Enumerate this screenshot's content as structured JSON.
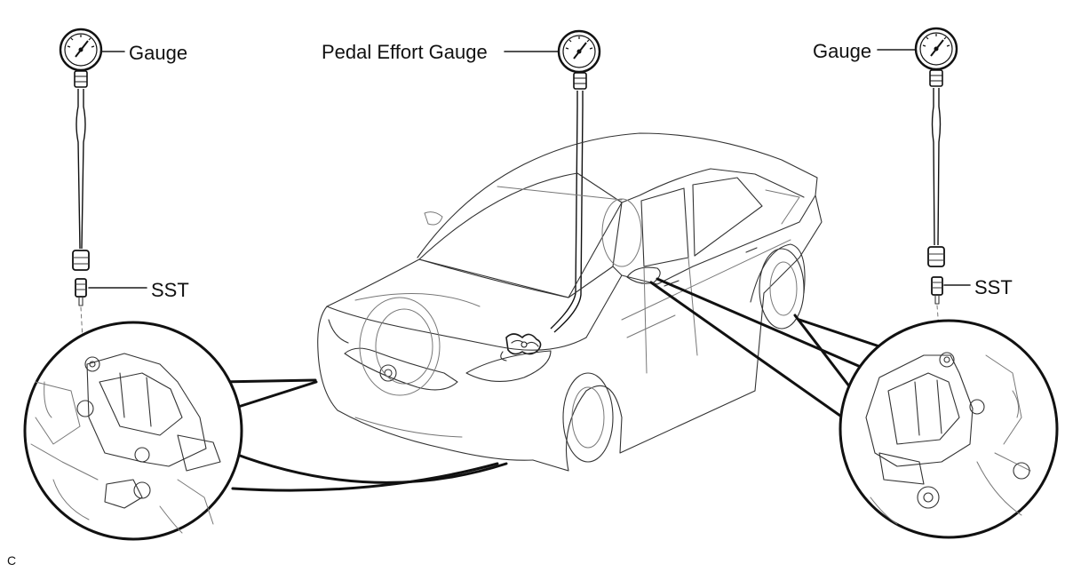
{
  "labels": {
    "gauge_left": "Gauge",
    "pedal_effort_gauge": "Pedal Effort Gauge",
    "gauge_right": "Gauge",
    "sst_left": "SST",
    "sst_right": "SST",
    "corner_code": "C"
  },
  "icons": {
    "pressure_gauge": "pressure-gauge-icon",
    "caliper": "brake-caliper-icon",
    "vehicle": "sedan-outline-icon"
  },
  "colors": {
    "ink": "#111111",
    "background": "#ffffff"
  }
}
